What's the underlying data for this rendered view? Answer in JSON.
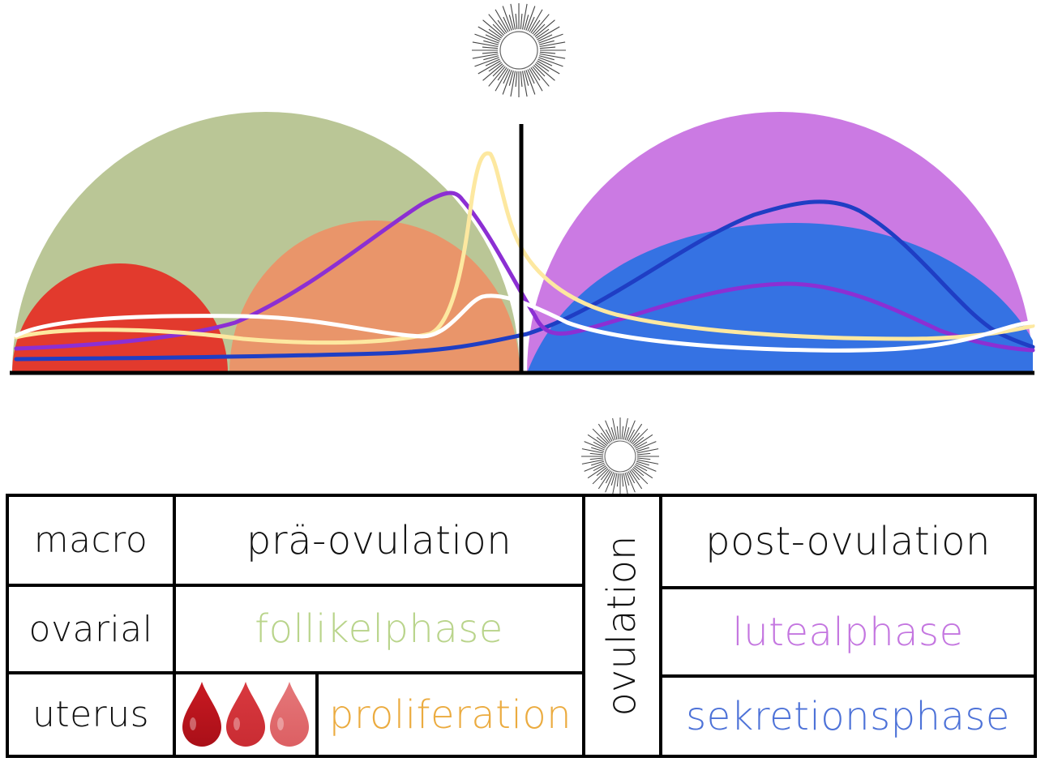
{
  "table": {
    "row_labels": {
      "macro": "macro",
      "ovarial": "ovarial",
      "uterus": "uterus"
    },
    "macro": {
      "pre": "prä-ovulation",
      "ovulation": "ovulation",
      "post": "post-ovulation"
    },
    "ovarial": {
      "pre": "follikelphase",
      "post": "lutealphase"
    },
    "uterus": {
      "menstruation_icon": "blood-drops-icon",
      "pre": "proliferation",
      "post": "sekretionsphase"
    }
  },
  "colors": {
    "follikel_green": "#bac696",
    "proliferation_orange": "#e9956a",
    "menstruation_red": "#e23a2d",
    "luteal_violet": "#cb7ae3",
    "sekretion_blue": "#3572e3",
    "follikelphase_text": "#b9d48b",
    "proliferation_text": "#ebab3f",
    "lutealphase_text": "#c476e0",
    "sekretionsphase_text": "#4d72d8"
  },
  "icons": {
    "sun": "sun-icon",
    "ovulation_line": "ovulation-marker"
  }
}
